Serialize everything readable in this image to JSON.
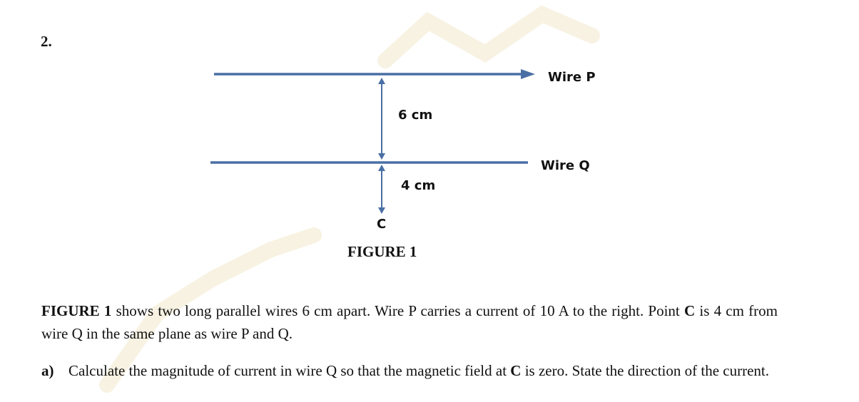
{
  "question_number": "2.",
  "figure": {
    "wire_p_label": "Wire P",
    "wire_q_label": "Wire Q",
    "distance_pq": "6 cm",
    "distance_qc": "4 cm",
    "point_label": "C",
    "caption": "FIGURE 1",
    "wire_color": "#4a6fa5"
  },
  "intro": {
    "ref": "FIGURE 1",
    "text1": " shows two long parallel wires 6 cm apart. Wire P carries a current of 10 A to the right. Point ",
    "point": "C",
    "text2": " is 4 cm from wire Q in the same plane as wire P and Q."
  },
  "part_a": {
    "label": "a)",
    "text1": "Calculate the magnitude of current in wire Q so that the magnetic field at ",
    "point": "C",
    "text2": " is zero. State the direction of the current."
  }
}
